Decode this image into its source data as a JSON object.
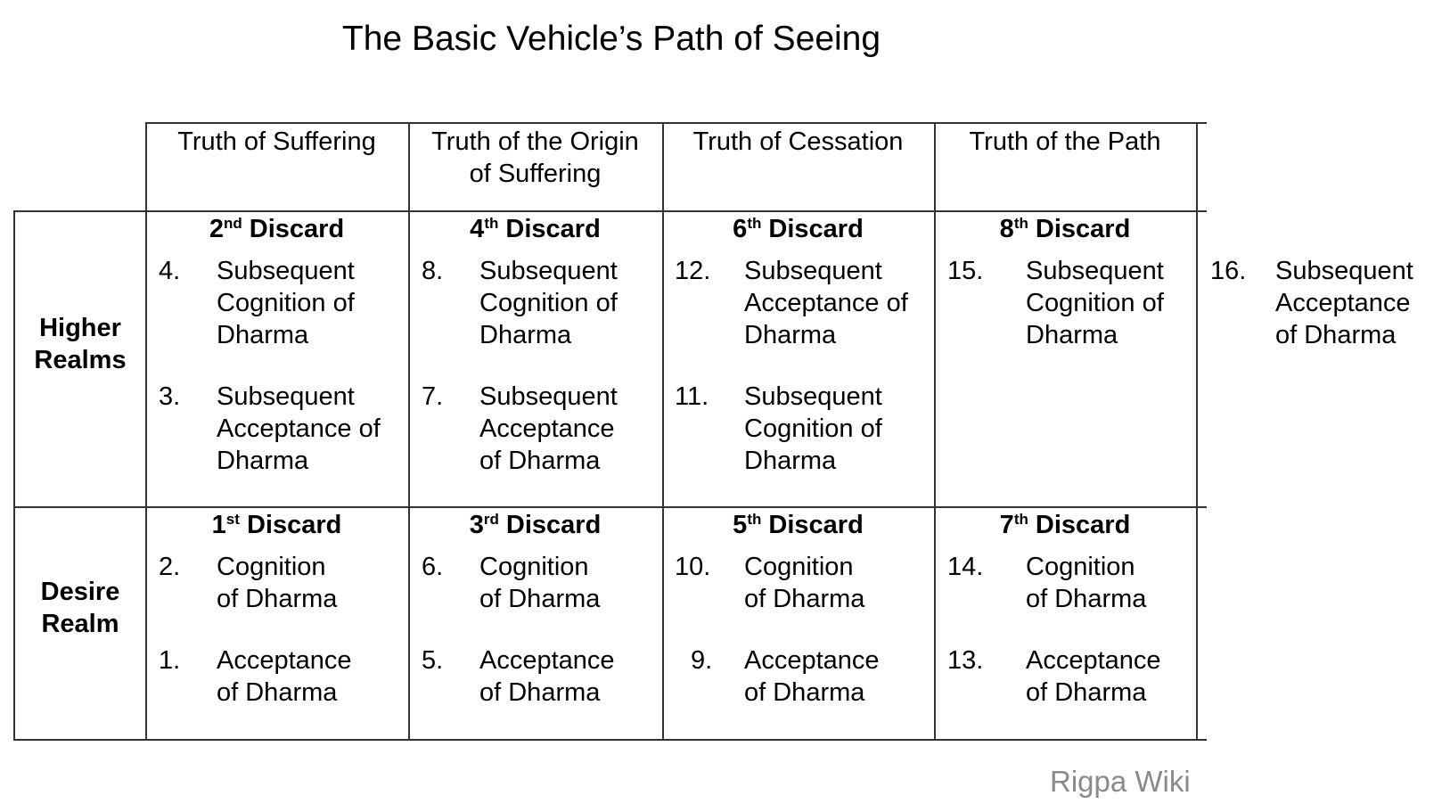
{
  "title": "The Basic Vehicle’s Path of Seeing",
  "columns": [
    {
      "label_l1": "Truth of Suffering",
      "label_l2": ""
    },
    {
      "label_l1": "Truth of the Origin",
      "label_l2": "of Suffering"
    },
    {
      "label_l1": "Truth of Cessation",
      "label_l2": ""
    },
    {
      "label_l1": "Truth of the Path",
      "label_l2": ""
    }
  ],
  "rows": [
    {
      "label_l1": "Higher",
      "label_l2": "Realms"
    },
    {
      "label_l1": "Desire",
      "label_l2": "Realm"
    }
  ],
  "discards": [
    {
      "num": "2",
      "sup": "nd",
      "word": "Discard"
    },
    {
      "num": "4",
      "sup": "th",
      "word": "Discard"
    },
    {
      "num": "6",
      "sup": "th",
      "word": "Discard"
    },
    {
      "num": "8",
      "sup": "th",
      "word": "Discard"
    },
    {
      "num": "1",
      "sup": "st",
      "word": "Discard"
    },
    {
      "num": "3",
      "sup": "rd",
      "word": "Discard"
    },
    {
      "num": "5",
      "sup": "th",
      "word": "Discard"
    },
    {
      "num": "7",
      "sup": "th",
      "word": "Discard"
    }
  ],
  "entries": [
    {
      "num": "4.",
      "l1": "Subsequent",
      "l2": "Cognition of",
      "l3": "Dharma"
    },
    {
      "num": "3.",
      "l1": "Subsequent",
      "l2": "Acceptance of",
      "l3": "Dharma"
    },
    {
      "num": "8.",
      "l1": "Subsequent",
      "l2": "Cognition of",
      "l3": "Dharma"
    },
    {
      "num": "7.",
      "l1": "Subsequent",
      "l2": "Acceptance",
      "l3": "of Dharma"
    },
    {
      "num": "12.",
      "l1": "Subsequent",
      "l2": "Acceptance of",
      "l3": "Dharma"
    },
    {
      "num": "11.",
      "l1": "Subsequent",
      "l2": "Cognition of",
      "l3": "Dharma"
    },
    {
      "num": "15.",
      "l1": "Subsequent",
      "l2": "Cognition of",
      "l3": "Dharma"
    },
    {
      "num": "16.",
      "l1": "Subsequent",
      "l2": "Acceptance",
      "l3": "of Dharma"
    },
    {
      "num": "2.",
      "l1": "Cognition",
      "l2": "of Dharma",
      "l3": ""
    },
    {
      "num": "1.",
      "l1": "Acceptance",
      "l2": "of Dharma",
      "l3": ""
    },
    {
      "num": "6.",
      "l1": "Cognition",
      "l2": "of Dharma",
      "l3": ""
    },
    {
      "num": "5.",
      "l1": "Acceptance",
      "l2": "of Dharma",
      "l3": ""
    },
    {
      "num": "10.",
      "l1": "Cognition",
      "l2": "of Dharma",
      "l3": ""
    },
    {
      "num": "9.",
      "l1": "Acceptance",
      "l2": "of Dharma",
      "l3": ""
    },
    {
      "num": "14.",
      "l1": "Cognition",
      "l2": "of Dharma",
      "l3": ""
    },
    {
      "num": "13.",
      "l1": "Acceptance",
      "l2": "of Dharma",
      "l3": ""
    }
  ],
  "watermark": "Rigpa Wiki"
}
